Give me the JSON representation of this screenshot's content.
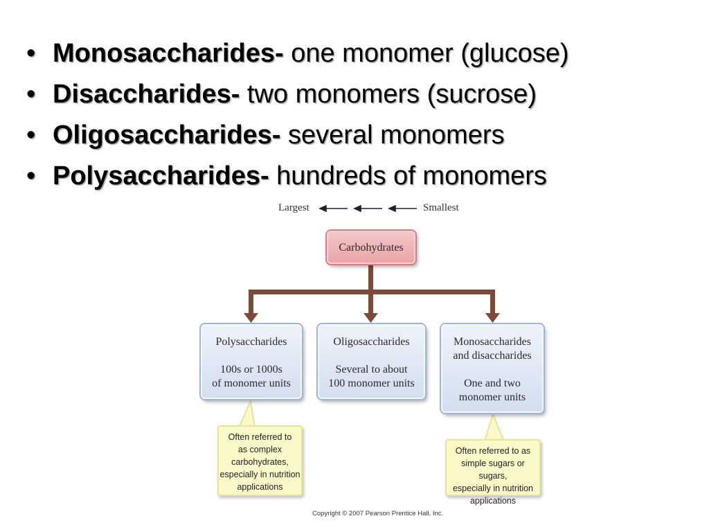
{
  "bullets": [
    {
      "term": "Monosaccharides-",
      "desc": " one monomer (glucose)"
    },
    {
      "term": "Disaccharides-",
      "desc": " two monomers (sucrose)"
    },
    {
      "term": "Oligosaccharides-",
      "desc": " several monomers"
    },
    {
      "term": "Polysaccharides-",
      "desc": " hundreds of monomers"
    }
  ],
  "bullet_char": "•",
  "legend": {
    "largest": "Largest",
    "smallest": "Smallest"
  },
  "diagram": {
    "root": "Carbohydrates",
    "poly": {
      "title": "Polysaccharides",
      "line1": "100s or 1000s",
      "line2": "of monomer units"
    },
    "oligo": {
      "title": "Oligosaccharides",
      "line1": "Several to about",
      "line2": "100 monomer units"
    },
    "mono": {
      "title1": "Monosaccharides",
      "title2": "and disaccharides",
      "line1": "One and two",
      "line2": "monomer units"
    },
    "note_left": [
      "Often referred to",
      "as complex",
      "carbohydrates,",
      "especially in nutrition",
      "applications"
    ],
    "note_right": [
      "Often referred to as",
      "simple sugars or sugars,",
      "especially in nutrition",
      "applications"
    ]
  },
  "colors": {
    "root_fill": "#eaa5a8",
    "box_fill": "#d3deef",
    "note_fill": "#fbf9c8",
    "connector": "#7a4b3a"
  },
  "copyright": "Copyright © 2007 Pearson Prentice Hall, Inc."
}
